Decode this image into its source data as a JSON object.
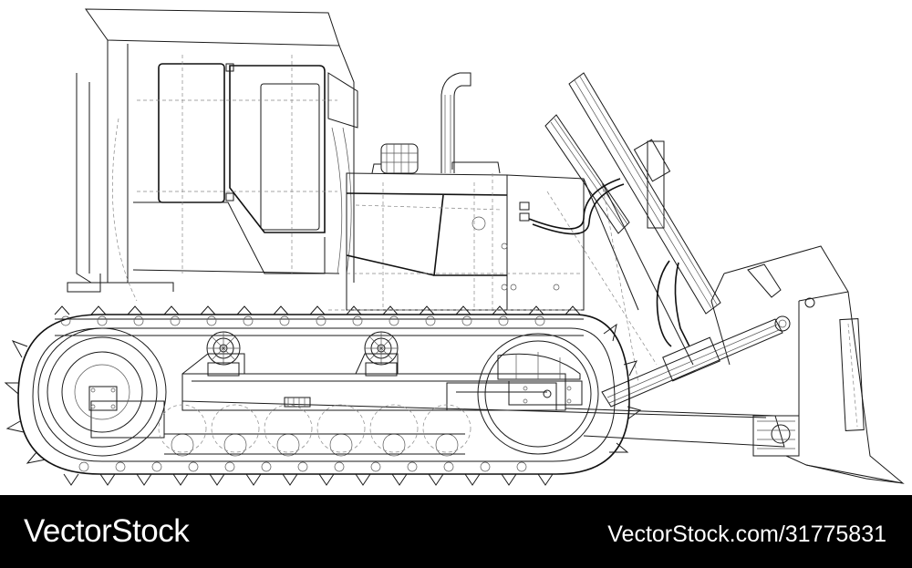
{
  "image": {
    "subject": "bulldozer wireframe line drawing",
    "background_color": "#ffffff",
    "line_color": "#1a1a1a"
  },
  "watermark": {
    "brand": "VectorStock",
    "stock_id": "VectorStock.com/31775831",
    "banner_color": "#000000",
    "text_color": "#ffffff"
  },
  "parts": {
    "cab": "cab-outline",
    "exhaust": "exhaust-pipe",
    "air_filter": "air-filter",
    "hood": "engine-hood",
    "lift_cylinders": "lift-cylinders",
    "blade": "dozer-blade",
    "track": "crawler-track",
    "sprocket": "drive-sprocket",
    "idler": "front-idler",
    "rollers": "track-rollers"
  }
}
